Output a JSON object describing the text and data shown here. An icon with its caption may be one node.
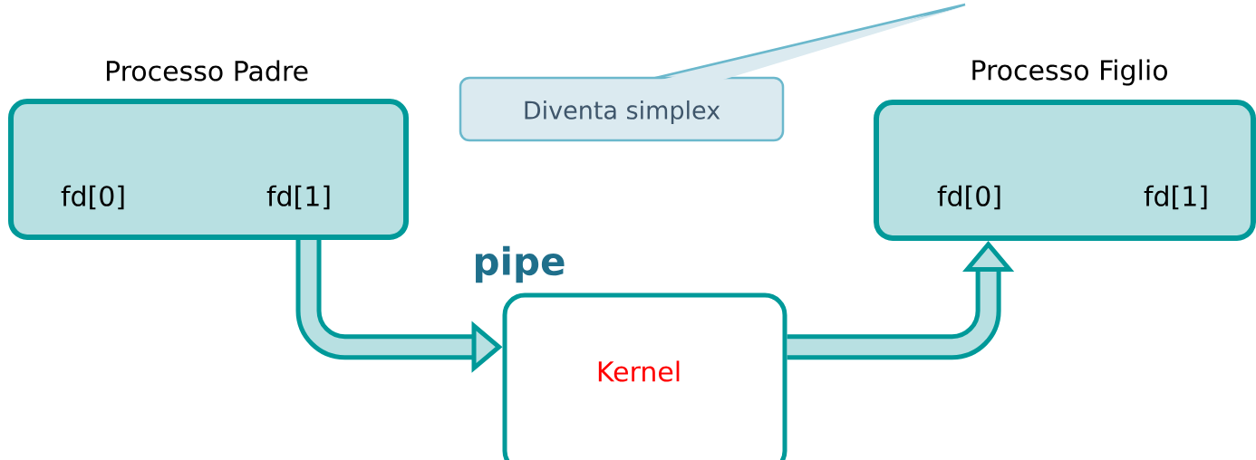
{
  "diagram": {
    "nodes": [
      {
        "text": [
          "Processo Padre",
          "fd[0]",
          "fd[1]"
        ]
      },
      {
        "text": [
          "pipe",
          "Kernel"
        ]
      },
      {
        "text": [
          "Processo Figlio",
          "fd[0]",
          "fd[1]"
        ]
      },
      {
        "text": [
          "Diventa simplex"
        ]
      }
    ],
    "edges": [
      {
        "from": 0,
        "to": 1,
        "arrow": "to"
      },
      {
        "from": 1,
        "to": 2,
        "arrow": "to"
      }
    ]
  }
}
